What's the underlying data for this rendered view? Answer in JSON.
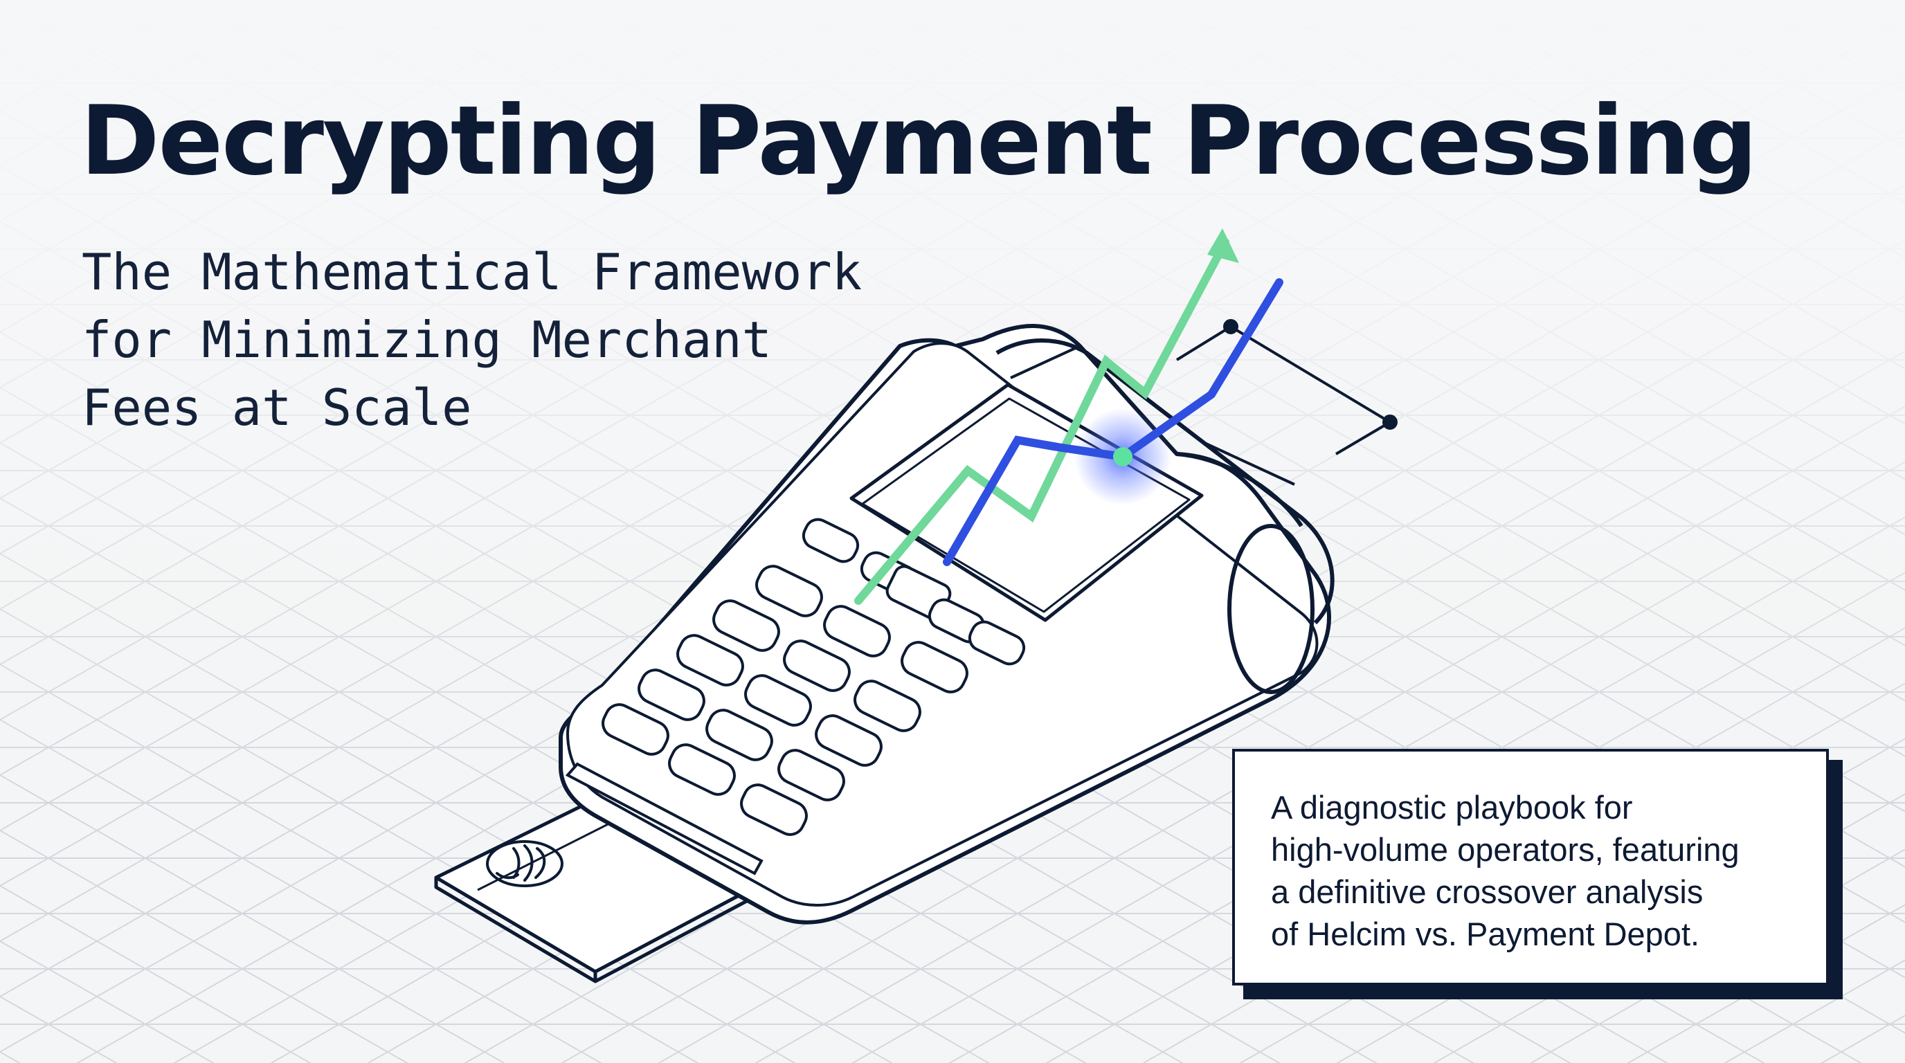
{
  "slide": {
    "title": "Decrypting Payment Processing",
    "subtitle_lines": [
      "The Mathematical Framework",
      "for Minimizing Merchant",
      "Fees at Scale"
    ],
    "info_lines": [
      "A diagnostic playbook for",
      "high-volume operators, featuring",
      "a definitive crossover analysis",
      "of Helcim vs. Payment Depot."
    ]
  },
  "illustration": {
    "subject": "payment-terminal-with-inserted-card",
    "icons": [
      "contactless-icon"
    ],
    "line_series_colors": {
      "green": "#6fd89a",
      "blue": "#2f4fe0"
    }
  },
  "colors": {
    "background": "#f4f5f6",
    "grid": "#d4d8de",
    "ink": "#0d1a33",
    "glow": "#3b5bff"
  }
}
